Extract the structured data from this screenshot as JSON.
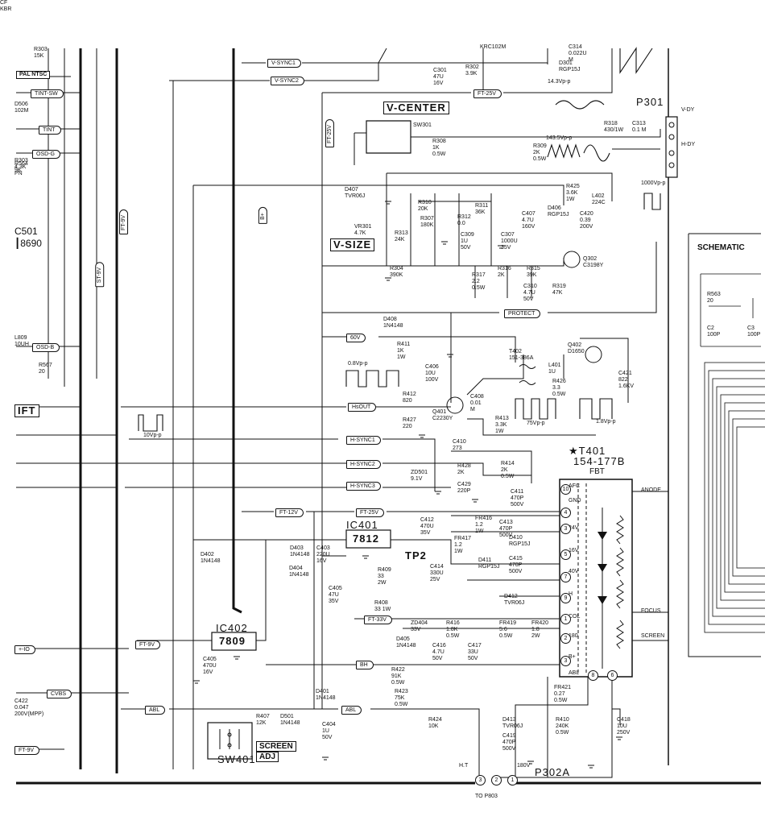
{
  "blocks": {
    "v_center": "V-CENTER",
    "v_size": "V-SIZE",
    "screen_adj_1": "SCREEN",
    "screen_adj_2": "ADJ",
    "schematic": "SCHEMATIC",
    "ic501_a": "C501",
    "ic501_b": "┃8690",
    "ift": "IFT",
    "pal_ntsc": "PAL NTSC"
  },
  "nets": {
    "v_sync1": "V-SYNC1",
    "v_sync2": "V-SYNC2",
    "tint_sw": "TINT-SW",
    "tint": "TINT",
    "osd_g": "OSD-G",
    "osd_b": "OSD-B",
    "ft_25v_top": "FT-25V",
    "ft_25v_vert": "FT-25V",
    "ft_9v_vert": "FT-9V",
    "st_9v": "ST-9V",
    "b_plus": "B+",
    "protect": "PROTECT",
    "v60": "60V",
    "hsout": "HsOUT",
    "h_sync1": "H-SYNC1",
    "h_sync2": "H-SYNC2",
    "h_sync3": "H-SYNC3",
    "ft_12v": "FT-12V",
    "ft_25v_mid": "FT-25V",
    "ft_33v": "FT-33V",
    "ft_9v_bot": "FT-9V",
    "bh": "BH",
    "abl_1": "ABL",
    "abl_2": "ABL",
    "cvbs": "CVBS",
    "io": "+-IO",
    "ft_9v_left": "FT-9V"
  },
  "components": {
    "ic401_name": "IC401",
    "ic401_part": "7812",
    "ic402_name": "IC402",
    "ic402_part": "7809",
    "tp2": "TP2",
    "t401_name": "★T401",
    "t401_part": "154-177B",
    "t401_fbt": "FBT",
    "p301": "P301",
    "p302a": "P302A",
    "sw301": "SW301",
    "sw401": "SW401",
    "t402": "T402\n151-386A",
    "q401": "Q401\nC2230Y",
    "q402": "Q402\nD1650",
    "q302": "Q302\nC3198Y",
    "krc": "KRC102M",
    "to_p803": "TO P803",
    "ht": "H.T",
    "v180": "180V"
  },
  "labels": [
    "R303\n15K",
    "D506\n102M",
    "R303\n4.3K\nPN",
    "C301\n47U\n16V",
    "R302\n3.9K",
    "C314\n0.022U\nM",
    "D301\nRGP15J",
    "14.3Vp-p",
    "R318\n430/1W",
    "C313\n0.1 M",
    "V-DY",
    "H-DY",
    "R308\n1K\n0.5W",
    "143.5Vp-p",
    "R309\n2K\n0.5W",
    "1000Vp-p",
    "D407\nTVR06J",
    "R425\n3.6K\n1W",
    "L402\n224C",
    "D406\nRGP15J",
    "C407\n4.7U\n160V",
    "C420\n0.39\n200V",
    "R310\n20K",
    "R311\n36K",
    "R307\n180K",
    "R312\n0.0",
    "C309\n1U\n50V",
    "C307\n1000U\n35V",
    "VR301\n4.7K",
    "R313\n24K",
    "R304\n390K",
    "R317\n2.2\n0.5W",
    "R316\n2K",
    "R315\n39K",
    "C310\n4.7U\n50V",
    "R319\n47K",
    "D408\n1N4148",
    "R411\n1K\n1W",
    "C406\n10U\n100V",
    "0.8Vp-p",
    "L401\n1U",
    "R426\n3.3\n0.5W",
    "C421\n822\n1.6KV",
    "R412\n820",
    "C408\n0.01\nM",
    "R427\n220",
    "R413\n3.3K\n1W",
    "75Vp-p",
    "1.8Vp-p",
    "10Vp-p",
    "C410\n273",
    "R428\n2K",
    "R414\n2K\n0.5W",
    "ZD501\n9.1V",
    "C429\n220P",
    "C411\n470P\n500V",
    "ANODE",
    "C412\n470U\n35V",
    "FR416\n1.2\n1W",
    "C413\n470P\n500V",
    "D410\nRGP15J",
    "D403\n1N4148",
    "C403\n220U\n16V",
    "FR417\n1.2\n1W",
    "D411\nRGP15J",
    "C414\n330U\n25V",
    "C415\n470P\n500V",
    "D402\n1N4148",
    "D404\n1N4148",
    "R409\n33\n2W",
    "D412\nTVR06J",
    "C405\n47U\n35V",
    "R408\n33 1W",
    "ZD404\n33V",
    "R416\n1.8K\n0.5W",
    "FR419\n5.6\n0.5W",
    "D405\n1N4148",
    "C416\n4.7U\n50V",
    "C417\n33U\n50V",
    "FR420\n1.8\n2W",
    "FOCUS",
    "SCREEN",
    "C405\n470U\n16V",
    "R422\n91K\n0.5W",
    "R423\n75K\n0.5W",
    "FR421\n0.27\n0.5W",
    "D401\n1N4148",
    "R407\n12K",
    "D501\n1N4148",
    "C404\n1U\n50V",
    "R424\n10K",
    "D413\nTVR06J",
    "C419\n470P\n500V",
    "R410\n240K\n0.5W",
    "C418\n10U\n250V",
    "C422\n0.047\n200V(MPP)",
    "R567\n20",
    "L809\n10UH",
    "R564\n9K",
    "R563\n20",
    "C2\n100P",
    "C3\n100P",
    "CF\nKBR"
  ],
  "t401_pins": [
    "AFC",
    "GND",
    "24V",
    "16V",
    "40V",
    "H",
    "COL",
    "180",
    "B+",
    "ABL"
  ],
  "pin_numbers": [
    "10",
    "4",
    "3",
    "5",
    "7",
    "9",
    "1",
    "2",
    "3",
    "8",
    "6"
  ],
  "conn_pins": [
    "3",
    "2",
    "1"
  ]
}
